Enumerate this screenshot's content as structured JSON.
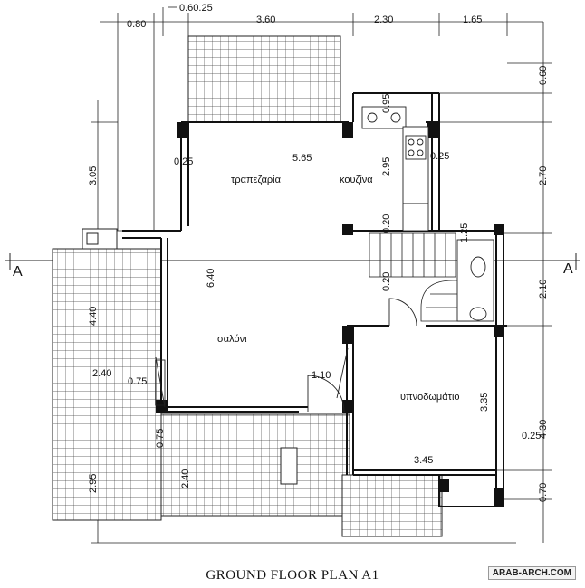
{
  "title": "GROUND FLOOR PLAN  A1",
  "watermark": "ARAB-ARCH.COM",
  "rooms": {
    "dining": "τραπεζαρία",
    "kitchen": "κουζίνα",
    "living": "σαλόνι",
    "bedroom": "υπνοδωμάτιο"
  },
  "section": {
    "left": "A",
    "right": "A"
  },
  "dims": {
    "top_080": "0.80",
    "top_060_025": "0.60.25",
    "top_360": "3.60",
    "top_230": "2.30",
    "top_165": "1.65",
    "right_060": "0.60",
    "right_270": "2.70",
    "right_210": "2.10",
    "right_430": "4.30",
    "right_025": "0.25",
    "right_070": "0.70",
    "left_305": "3.05",
    "left_440": "4.40",
    "left_295": "2.95",
    "int_565": "5.65",
    "int_640": "6.40",
    "int_295": "2.95",
    "int_025a": "0.25",
    "int_025b": "0.25",
    "int_240a": "2.40",
    "int_240b": "2.40",
    "int_075a": "0.75",
    "int_075b": "0.75",
    "int_110": "1.10",
    "int_335": "3.35",
    "int_345": "3.45",
    "int_095": "0.95",
    "int_125": "1.25",
    "int_020a": "0.20",
    "int_020b": "0.20"
  }
}
